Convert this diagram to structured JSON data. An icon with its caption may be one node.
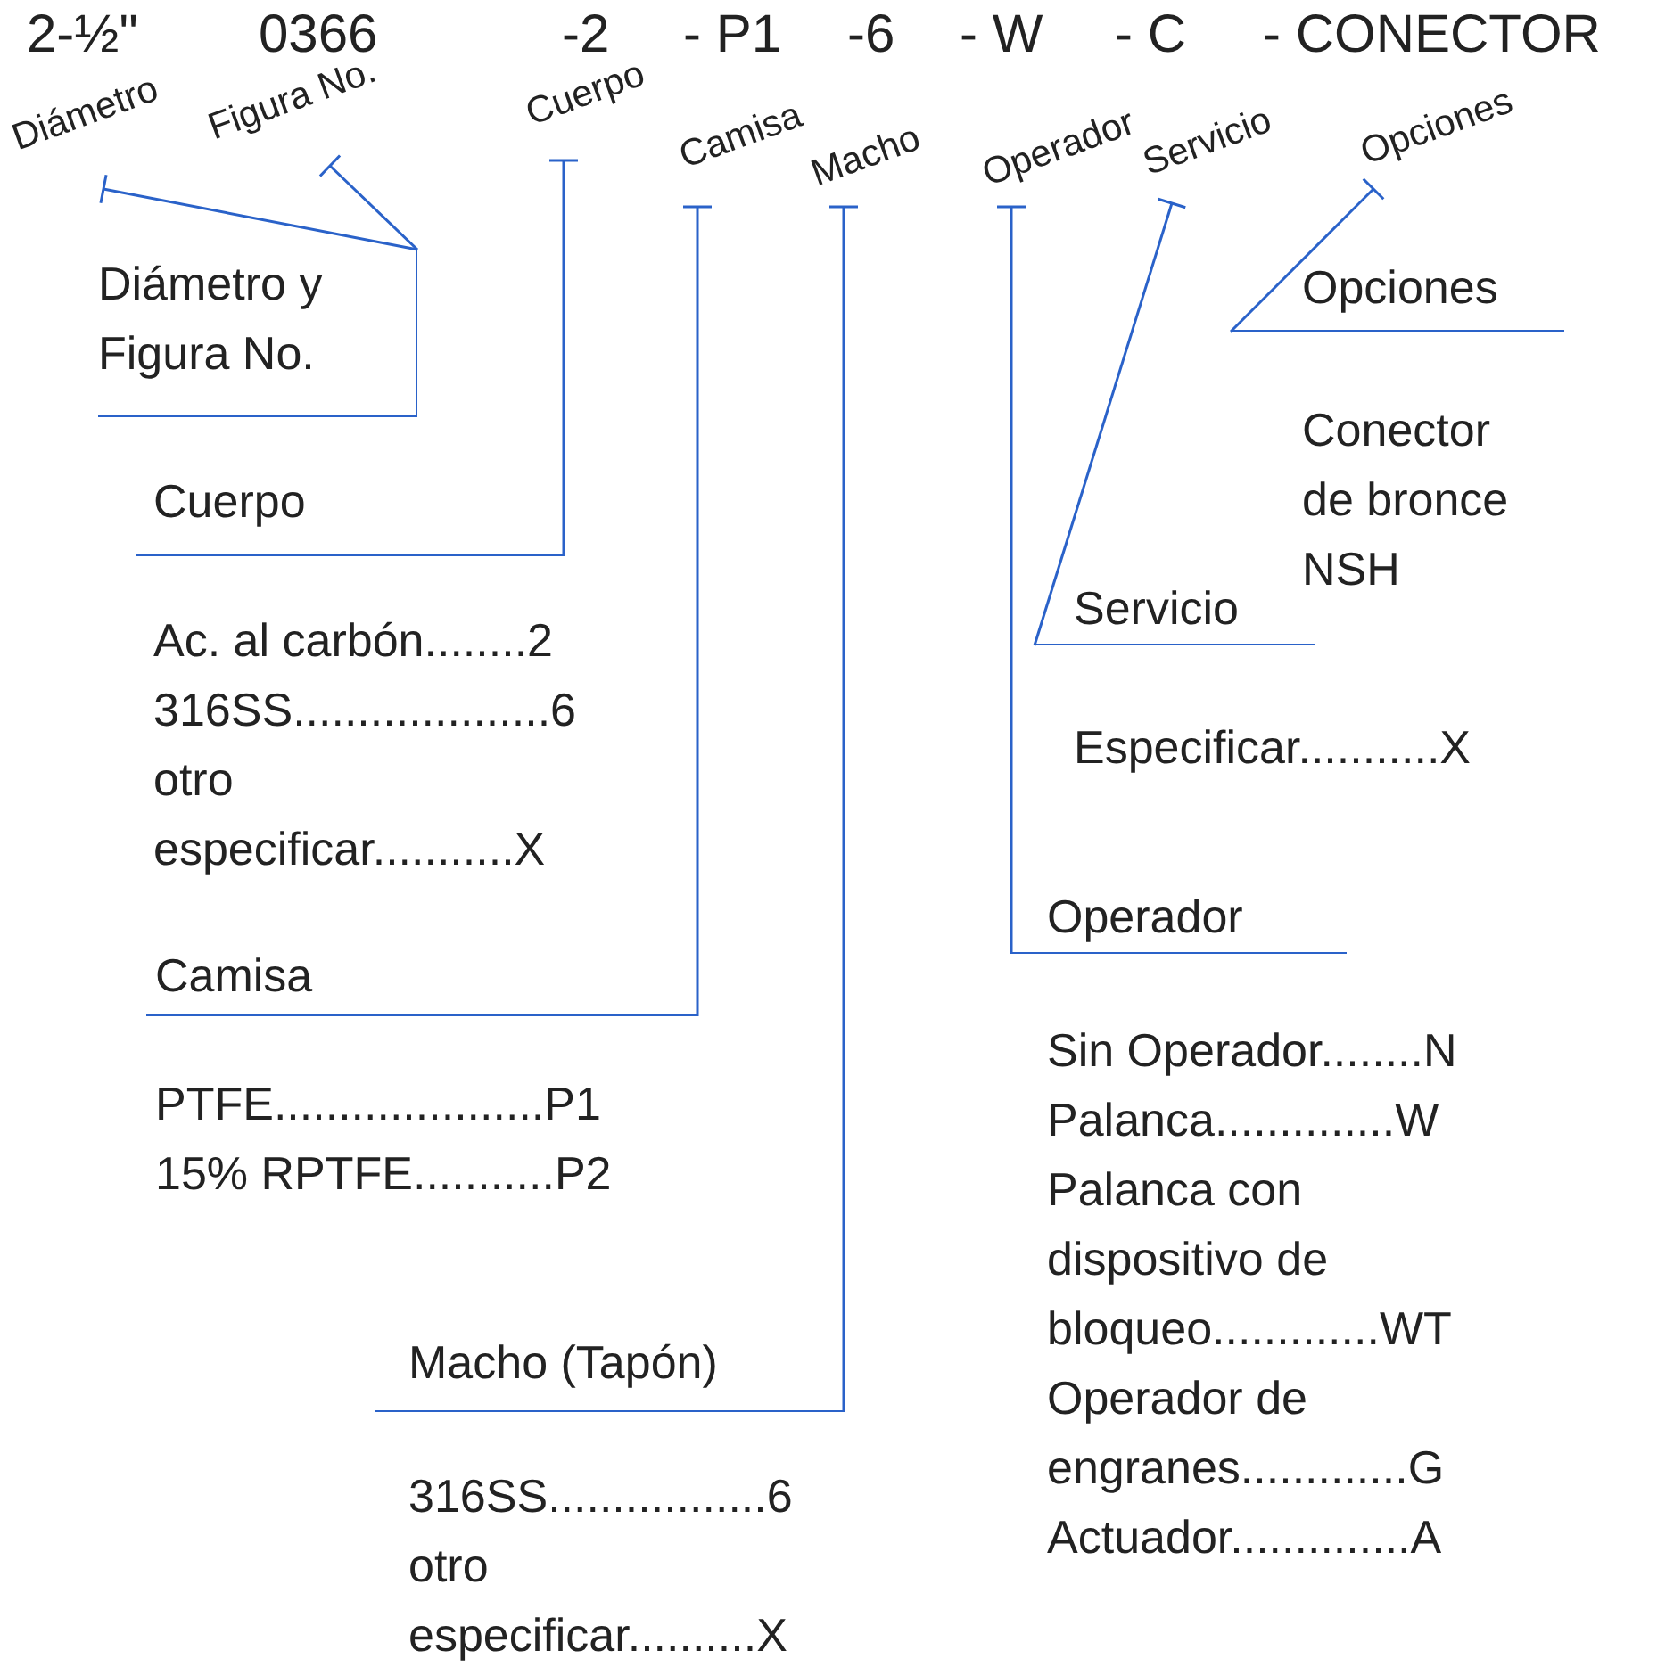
{
  "diagram": {
    "nodes": [
      {
        "text": [
          "Diámetro"
        ]
      },
      {
        "text": [
          "Figura No."
        ]
      },
      {
        "text": [
          "Cuerpo"
        ]
      },
      {
        "text": [
          "Camisa"
        ]
      },
      {
        "text": [
          "Macho"
        ]
      },
      {
        "text": [
          "Operador"
        ]
      },
      {
        "text": [
          "Servicio"
        ]
      },
      {
        "text": [
          "Opciones"
        ]
      },
      {
        "text": [
          "Diámetro y Figura No."
        ]
      },
      {
        "text": [
          "Cuerpo"
        ]
      },
      {
        "text": [
          "Camisa"
        ]
      },
      {
        "text": [
          "Macho (Tapón)"
        ]
      },
      {
        "text": [
          "Operador"
        ]
      },
      {
        "text": [
          "Servicio"
        ]
      },
      {
        "text": [
          "Opciones"
        ]
      }
    ],
    "edges": [
      {
        "from": 0,
        "to": 8,
        "arrow": "other"
      },
      {
        "from": 1,
        "to": 8,
        "arrow": "other"
      },
      {
        "from": 2,
        "to": 9,
        "arrow": "other"
      },
      {
        "from": 3,
        "to": 10,
        "arrow": "other"
      },
      {
        "from": 4,
        "to": 11,
        "arrow": "other"
      },
      {
        "from": 5,
        "to": 12,
        "arrow": "other"
      },
      {
        "from": 6,
        "to": 13,
        "arrow": "other"
      },
      {
        "from": 7,
        "to": 14,
        "arrow": "other"
      }
    ],
    "labels": [
      "2-½\"",
      "0366",
      "-2",
      "- P1",
      "-6",
      "- W",
      "- C",
      "- CONECTOR",
      "Conector de bronce NSH",
      "Ac. al carbón........2",
      "316SS....................6",
      "otro especificar...........X",
      "Especificar...........X",
      "Sin Operador........N",
      "Palanca..............W",
      "Palanca con dispositivo de bloqueo.............WT",
      "Operador de engranes.............G",
      "Actuador..............A",
      "PTFE.....................P1",
      "15% RPTFE...........P2",
      "316SS.................6",
      "otro especificar..........X"
    ]
  }
}
